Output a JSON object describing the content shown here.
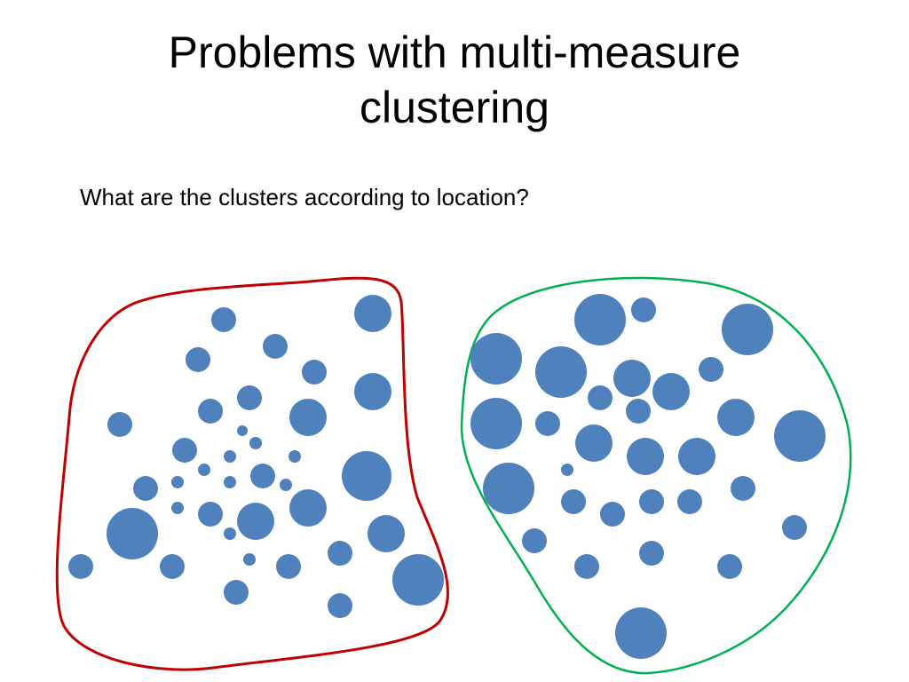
{
  "slide": {
    "title_line1": "Problems with multi-measure",
    "title_line2": "clustering",
    "subtitle": "What are the clusters according to location?"
  },
  "colors": {
    "dot_fill": "#4f81bd",
    "left_cluster_outline": "#c00000",
    "right_cluster_outline": "#00b050",
    "text": "#000000"
  }
}
